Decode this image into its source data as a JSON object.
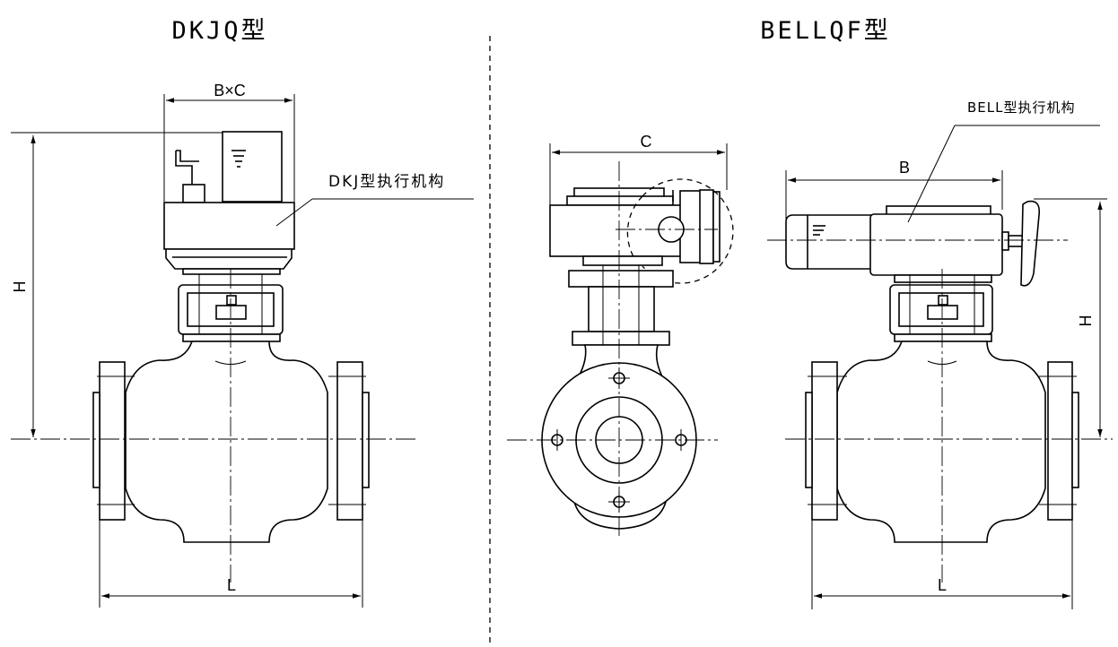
{
  "left": {
    "title": "DKJQ型",
    "dim_bc": "B×C",
    "dim_h": "H",
    "dim_l": "L",
    "actuator_label": "DKJ型执行机构"
  },
  "right": {
    "title": "BELLQF型",
    "dim_c": "C",
    "dim_b": "B",
    "dim_h": "H",
    "dim_l": "L",
    "actuator_label": "BELL型执行机构"
  }
}
